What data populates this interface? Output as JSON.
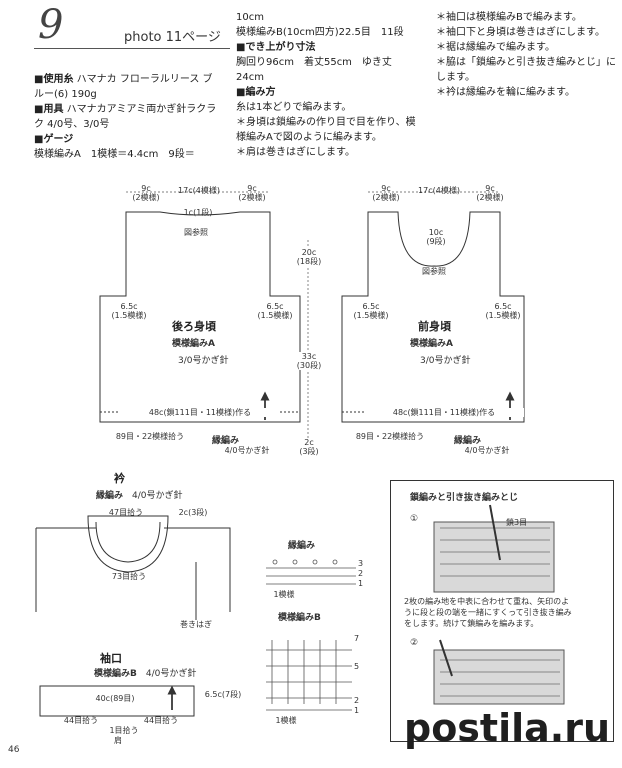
{
  "header": {
    "number": "9",
    "photo": "photo 11ページ"
  },
  "specs_left": {
    "yarn_heading": "■使用糸",
    "yarn_line1": "ハマナカ フローラルリース ブ",
    "yarn_line2": "ルー(6) 190g",
    "tools_heading": "■用具",
    "tools_line1": "ハマナカアミアミ両かぎ針ラクラ",
    "tools_line2": "ク 4/0号、3/0号",
    "gauge_heading": "■ゲージ",
    "gauge_line1": "模様編みA　1模様＝4.4cm　9段＝"
  },
  "specs_mid": {
    "gauge_line2": "10cm",
    "gauge_line3": "模様編みB(10cm四方)22.5目　11段",
    "size_heading": "■でき上がり寸法",
    "size_line": "胸回り96cm　着丈55cm　ゆき丈",
    "size_line2": "24cm",
    "method_heading": "■編み方",
    "method_1": "糸は1本どりで編みます。",
    "method_2": "＊身頃は鎖編みの作り目で目を作り、模",
    "method_3": "様編みAで図のように編みます。",
    "method_4": "＊肩は巻きはぎにします。"
  },
  "specs_right": {
    "r1": "＊袖口は模様編みBで編みます。",
    "r2": "＊袖口下と身頃は巻きはぎにします。",
    "r3": "＊裾は縁編みで編みます。",
    "r4": "＊脇は「鎖編みと引き抜き編みとじ」に",
    "r5": "します。",
    "r6": "＊衿は縁編みを輪に編みます。"
  },
  "back": {
    "top_left": "9c",
    "top_left_sub": "(2模様)",
    "top_mid": "17c(4模様)",
    "top_right": "9c",
    "top_right_sub": "(2模様)",
    "neck": "1c(1段)",
    "ref": "図参照",
    "side_left": "6.5c",
    "side_left_sub": "(1.5模様)",
    "side_right": "6.5c",
    "side_right_sub": "(1.5模様)",
    "name": "後ろ身頃",
    "pattern": "模様編みA",
    "hook": "3/0号かぎ針",
    "base": "48c(鎖111目・11模様)作る",
    "pickup": "89目・22模様拾う",
    "edge": "縁編み",
    "edge_hook": "4/0号かぎ針"
  },
  "center_dims": {
    "upper": "20c",
    "upper_sub": "(18段)",
    "lower": "33c",
    "lower_sub": "(30段)",
    "bottom": "2c",
    "bottom_sub": "(3段)"
  },
  "front": {
    "top_left": "9c",
    "top_left_sub": "(2模様)",
    "top_mid": "17c(4模様)",
    "top_right": "9c",
    "top_right_sub": "(2模様)",
    "neck": "10c",
    "neck_sub": "(9段)",
    "ref": "図参照",
    "side_left": "6.5c",
    "side_left_sub": "(1.5模様)",
    "side_right": "6.5c",
    "side_right_sub": "(1.5模様)",
    "name": "前身頃",
    "pattern": "模様編みA",
    "hook": "3/0号かぎ針",
    "base": "48c(鎖111目・11模様)作る",
    "pickup": "89目・22模様拾う",
    "edge": "縁編み",
    "edge_hook": "4/0号かぎ針"
  },
  "collar": {
    "title": "衿",
    "edge": "縁編み",
    "hook": "4/0号かぎ針",
    "pick47": "47目拾う",
    "rows": "2c(3段)",
    "pick73": "73目拾う",
    "seam": "巻きはぎ"
  },
  "edge_chart": {
    "title": "縁編み",
    "rows": [
      "3",
      "2",
      "1"
    ],
    "repeat": "1模様"
  },
  "patternB_chart": {
    "title": "模様編みB",
    "rows": [
      "7",
      "5",
      "2",
      "1"
    ],
    "repeat": "1模様"
  },
  "cuff": {
    "title": "袖口",
    "pattern": "模様編みB",
    "hook": "4/0号かぎ針",
    "width": "40c(89目)",
    "height": "6.5c(7段)",
    "pick_left": "44目拾う",
    "pick_right": "44目拾う",
    "pick_mid": "1目拾う",
    "shoulder": "肩"
  },
  "seam_box": {
    "title": "鎖編みと引き抜き編みとじ",
    "step1": "①",
    "step2": "②",
    "note3": "鎖3目",
    "desc1": "2枚の編み地を中表に合わせて重ね、矢印のよ",
    "desc2": "うに段と段の端を一緒にすくって引き抜き編み",
    "desc3": "をします。続けて鎖編みを編みます。"
  },
  "footer": {
    "page": "46",
    "watermark": "postila.ru"
  }
}
